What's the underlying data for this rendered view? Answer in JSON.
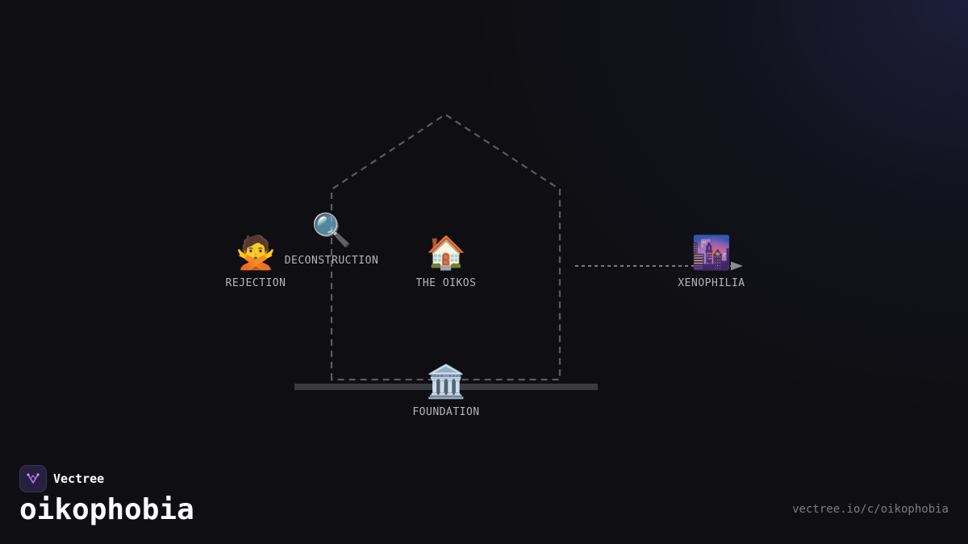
{
  "diagram": {
    "nodes": [
      {
        "id": "rejection",
        "emoji": "🙅",
        "label": "REJECTION"
      },
      {
        "id": "deconstruction",
        "emoji": "🔍",
        "label": "DECONSTRUCTION"
      },
      {
        "id": "oikos",
        "emoji": "🏠",
        "label": "THE OIKOS"
      },
      {
        "id": "xenophilia",
        "emoji": "🌆",
        "label": "XENOPHILIA"
      },
      {
        "id": "foundation",
        "emoji": "🏛️",
        "label": "FOUNDATION"
      }
    ],
    "colors": {
      "house_outline": "#5a5a62",
      "arrow": "#8a8a92",
      "foundation_bar": "#3a3b40"
    }
  },
  "brand": {
    "name": "Vectree",
    "logo_icon": "vectree-logo-icon",
    "logo_color": "#a46cf0"
  },
  "page": {
    "title": "oikophobia",
    "url": "vectree.io/c/oikophobia"
  }
}
